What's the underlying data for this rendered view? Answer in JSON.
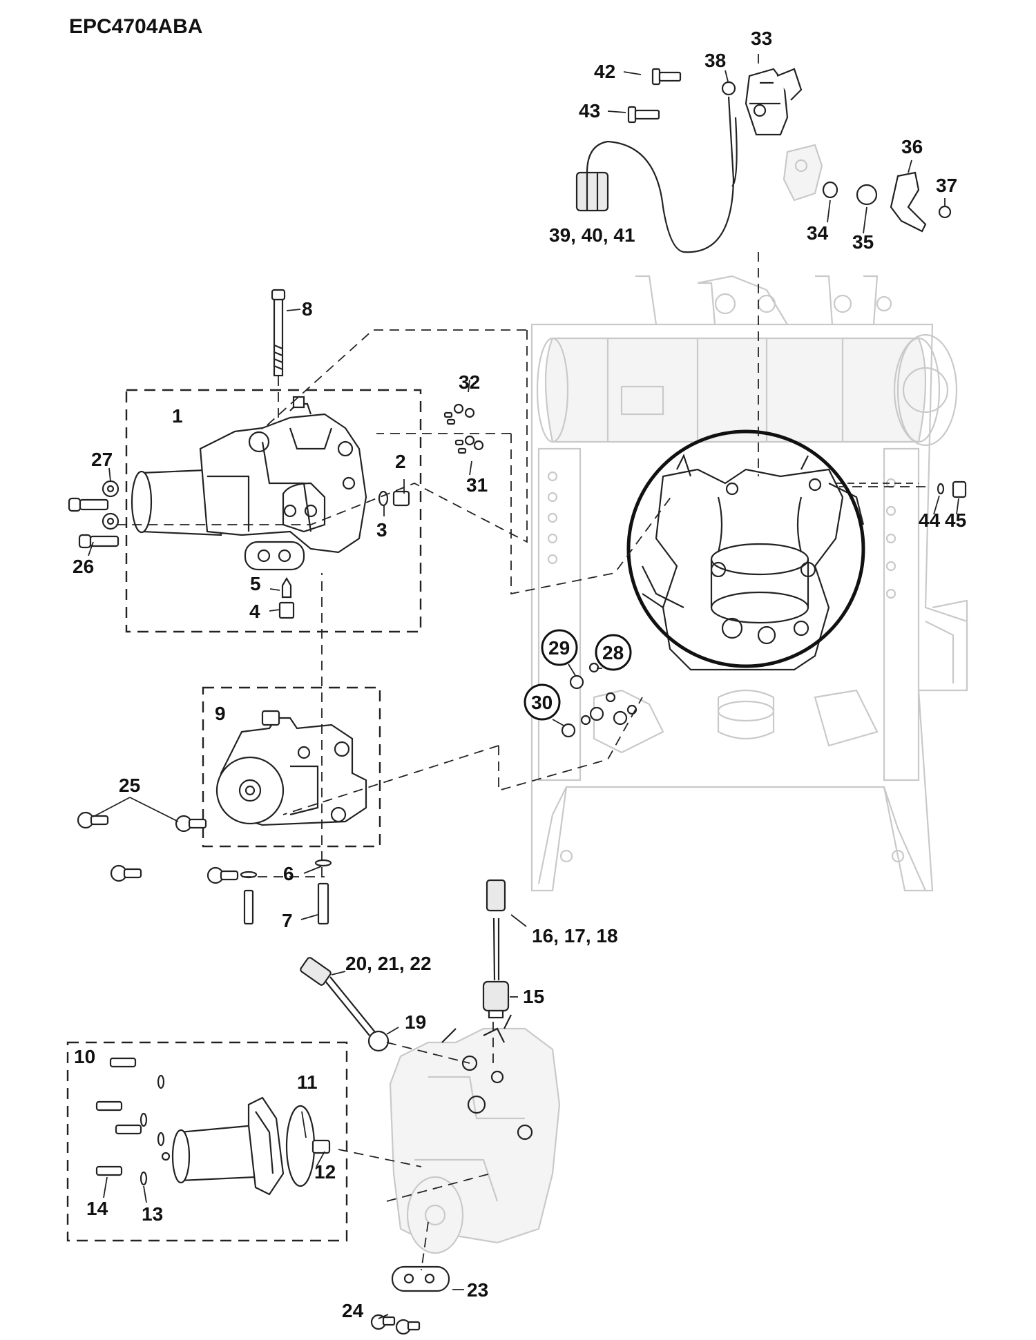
{
  "diagram_code": "EPC4704ABA",
  "callouts": {
    "c1": "1",
    "c2": "2",
    "c3": "3",
    "c4": "4",
    "c5": "5",
    "c6": "6",
    "c7": "7",
    "c8": "8",
    "c9": "9",
    "c10": "10",
    "c11": "11",
    "c12": "12",
    "c13": "13",
    "c14": "14",
    "c15": "15",
    "c16": "16, 17, 18",
    "c19": "19",
    "c20": "20, 21, 22",
    "c23": "23",
    "c24": "24",
    "c25": "25",
    "c26": "26",
    "c27": "27",
    "c28": "28",
    "c29": "29",
    "c30": "30",
    "c31": "31",
    "c32": "32",
    "c33": "33",
    "c34": "34",
    "c35": "35",
    "c36": "36",
    "c37": "37",
    "c38": "38",
    "c39": "39, 40, 41",
    "c42": "42",
    "c43": "43",
    "c44": "44",
    "c45": "45"
  }
}
